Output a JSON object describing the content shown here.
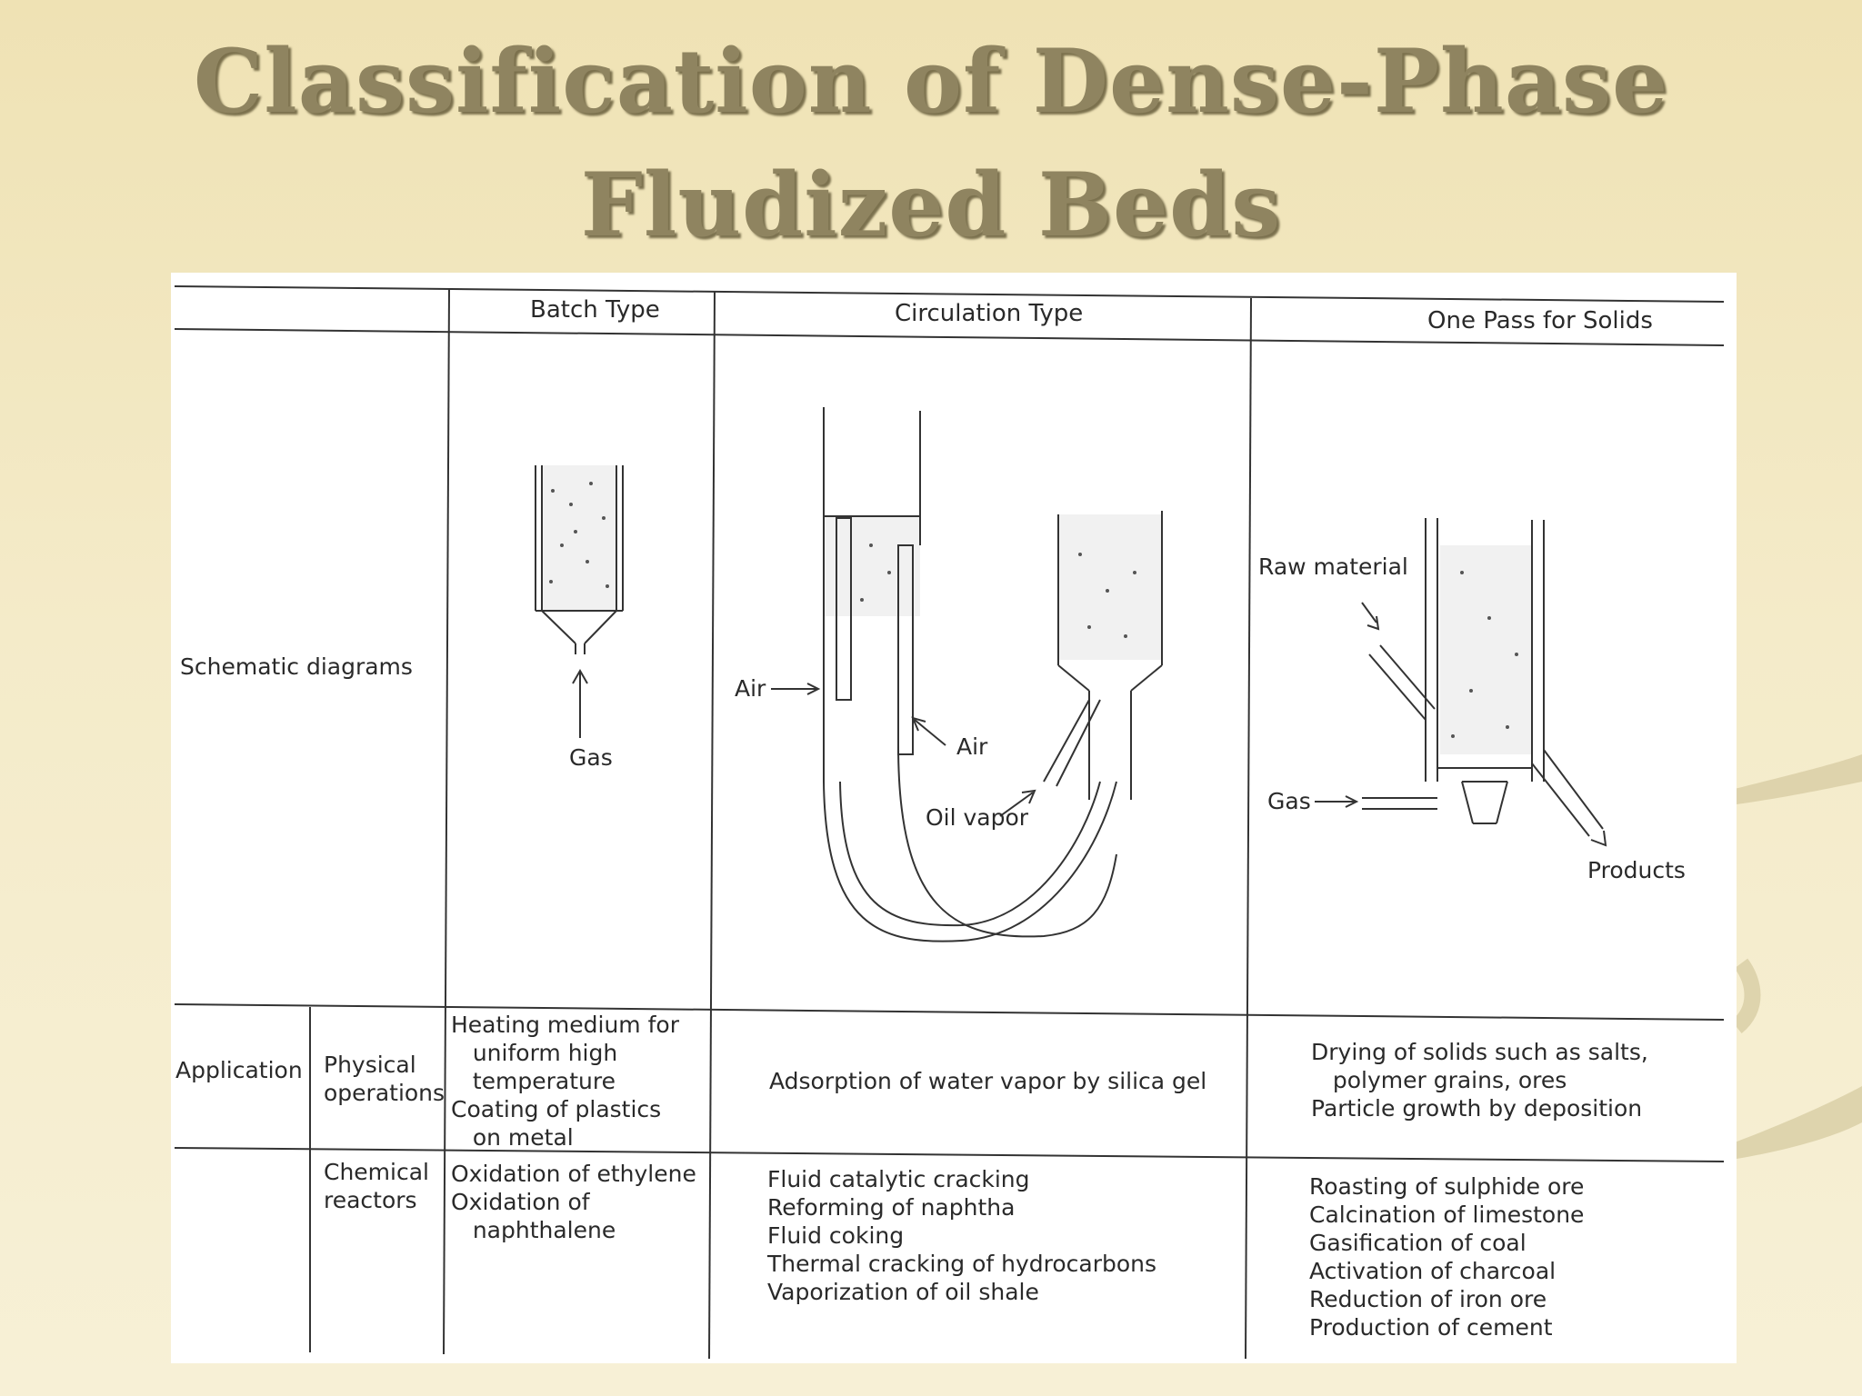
{
  "slide": {
    "title_line1": "Classification of Dense-Phase",
    "title_line2": "Fludized Beds"
  },
  "table": {
    "headers": {
      "batch": "Batch Type",
      "circulation": "Circulation Type",
      "one_pass": "One Pass for Solids"
    },
    "rows": {
      "schematic_label": "Schematic diagrams",
      "application_label": "Application",
      "physical_label": "Physical\noperations",
      "chemical_label": "Chemical\nreactors"
    },
    "physical": {
      "batch": "Heating medium for\n   uniform high\n   temperature\nCoating of plastics\n   on metal",
      "circulation": "Adsorption of water vapor by silica gel",
      "one_pass": "Drying of solids such as salts,\n   polymer grains, ores\nParticle growth by deposition"
    },
    "chemical": {
      "batch": "Oxidation of ethylene\nOxidation of\n   naphthalene",
      "circulation": "Fluid catalytic cracking\nReforming of naphtha\nFluid coking\nThermal cracking of hydrocarbons\nVaporization of oil shale",
      "one_pass": "Roasting of sulphide ore\nCalcination of limestone\nGasification of coal\nActivation of charcoal\nReduction of iron ore\nProduction of cement"
    }
  },
  "diagram_labels": {
    "batch_gas": "Gas",
    "circ_air_left": "Air",
    "circ_air_right": "Air",
    "circ_oil_vapor": "Oil vapor",
    "onepass_raw": "Raw material",
    "onepass_gas": "Gas",
    "onepass_products": "Products"
  }
}
